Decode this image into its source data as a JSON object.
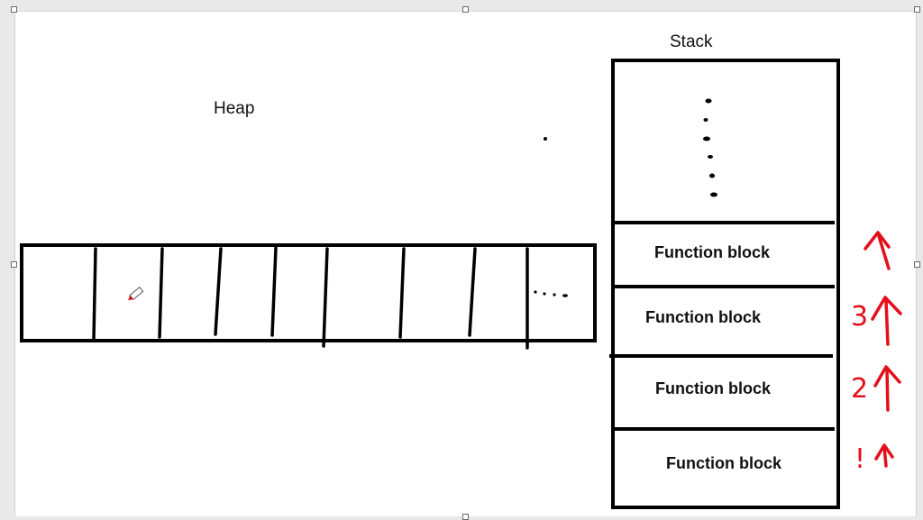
{
  "labels": {
    "heap": "Heap",
    "stack": "Stack"
  },
  "stack_blocks": [
    {
      "label": "Function block",
      "order_mark": ""
    },
    {
      "label": "Function block",
      "order_mark": "3"
    },
    {
      "label": "Function block",
      "order_mark": "2"
    },
    {
      "label": "Function block",
      "order_mark": "!"
    }
  ],
  "colors": {
    "ink": "#000000",
    "annotation_red": "#e3101b",
    "canvas": "#ffffff",
    "background": "#e9e9e9"
  },
  "icons": [
    "pencil-cursor-icon",
    "up-arrow-icon",
    "ellipsis-dots"
  ]
}
